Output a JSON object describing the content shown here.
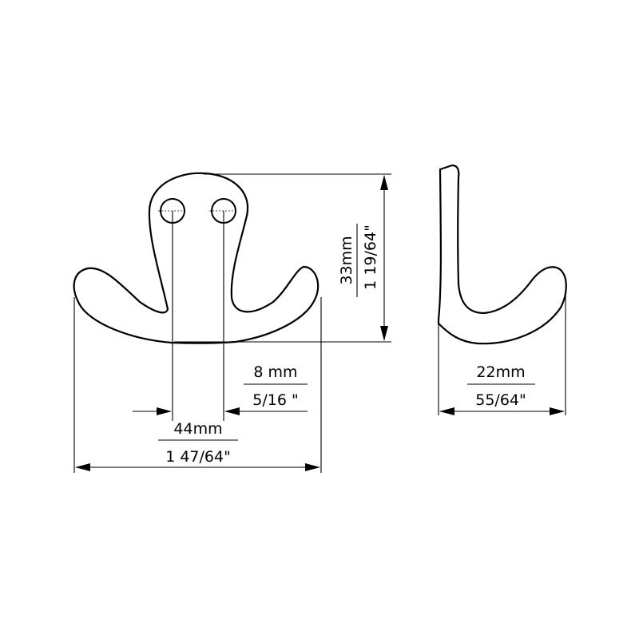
{
  "dimensions": {
    "height": {
      "metric": "33mm",
      "imperial": "1  19/64\""
    },
    "hole_spacing": {
      "metric": "8 mm",
      "imperial": "5/16 \""
    },
    "width": {
      "metric": "44mm",
      "imperial": "1  47/64\""
    },
    "depth": {
      "metric": "22mm",
      "imperial": "55/64\""
    }
  }
}
